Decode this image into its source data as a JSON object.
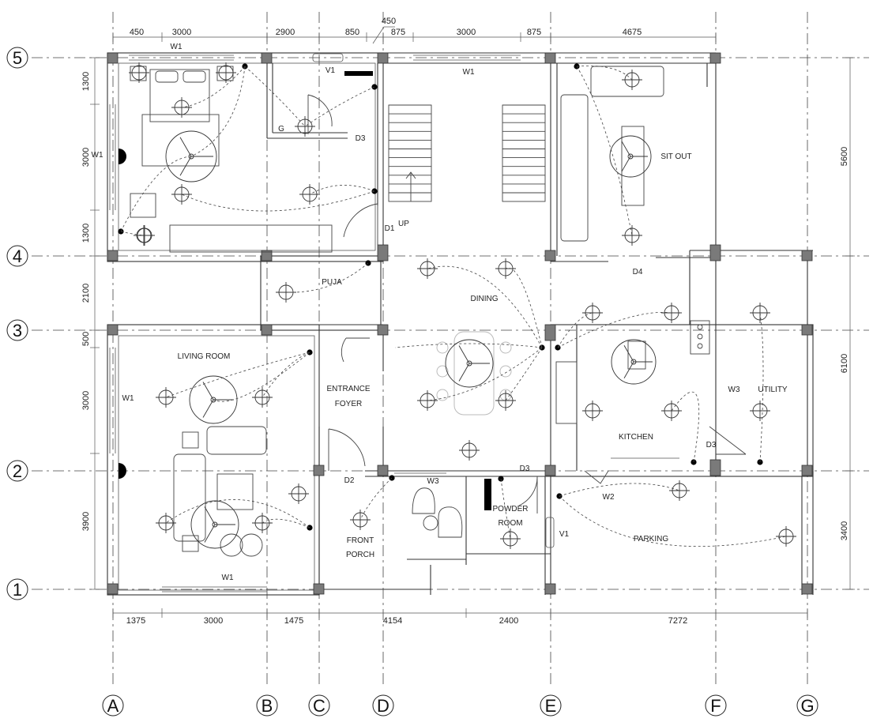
{
  "grid": {
    "rows": [
      "5",
      "4",
      "3",
      "2",
      "1"
    ],
    "columns": [
      "A",
      "B",
      "C",
      "D",
      "E",
      "F",
      "G"
    ]
  },
  "dimensions": {
    "top": [
      "450",
      "3000",
      "2900",
      "850",
      "875",
      "3000",
      "875",
      "4675"
    ],
    "top_extra": "450",
    "bottom": [
      "1375",
      "3000",
      "1475",
      "4154",
      "2400",
      "7272"
    ],
    "left": [
      "1300",
      "3000",
      "1300",
      "2100",
      "500",
      "3000",
      "3900"
    ],
    "right": [
      "5600",
      "6100",
      "3400"
    ]
  },
  "rooms": {
    "puja": "PUJA",
    "dining": "DINING",
    "sit_out": "SIT OUT",
    "living_room": "LIVING ROOM",
    "entrance_1": "ENTRANCE",
    "entrance_2": "FOYER",
    "kitchen": "KITCHEN",
    "utility": "UTILITY",
    "front_porch_1": "FRONT",
    "front_porch_2": "PORCH",
    "powder_room_1": "POWDER",
    "powder_room_2": "ROOM",
    "parking": "PARKING",
    "up": "UP"
  },
  "tags": {
    "w1_top": "W1",
    "w1_mid": "W1",
    "w1_left": "W1",
    "w1_living": "W1",
    "w1_bottom": "W1",
    "v1_top": "V1",
    "v1_bottom": "V1",
    "d1": "D1",
    "d2": "D2",
    "d3_a": "D3",
    "d3_b": "D3",
    "d3_c": "D3",
    "d4": "D4",
    "w2": "W2",
    "w3_a": "W3",
    "w3_b": "W3",
    "g": "G"
  }
}
